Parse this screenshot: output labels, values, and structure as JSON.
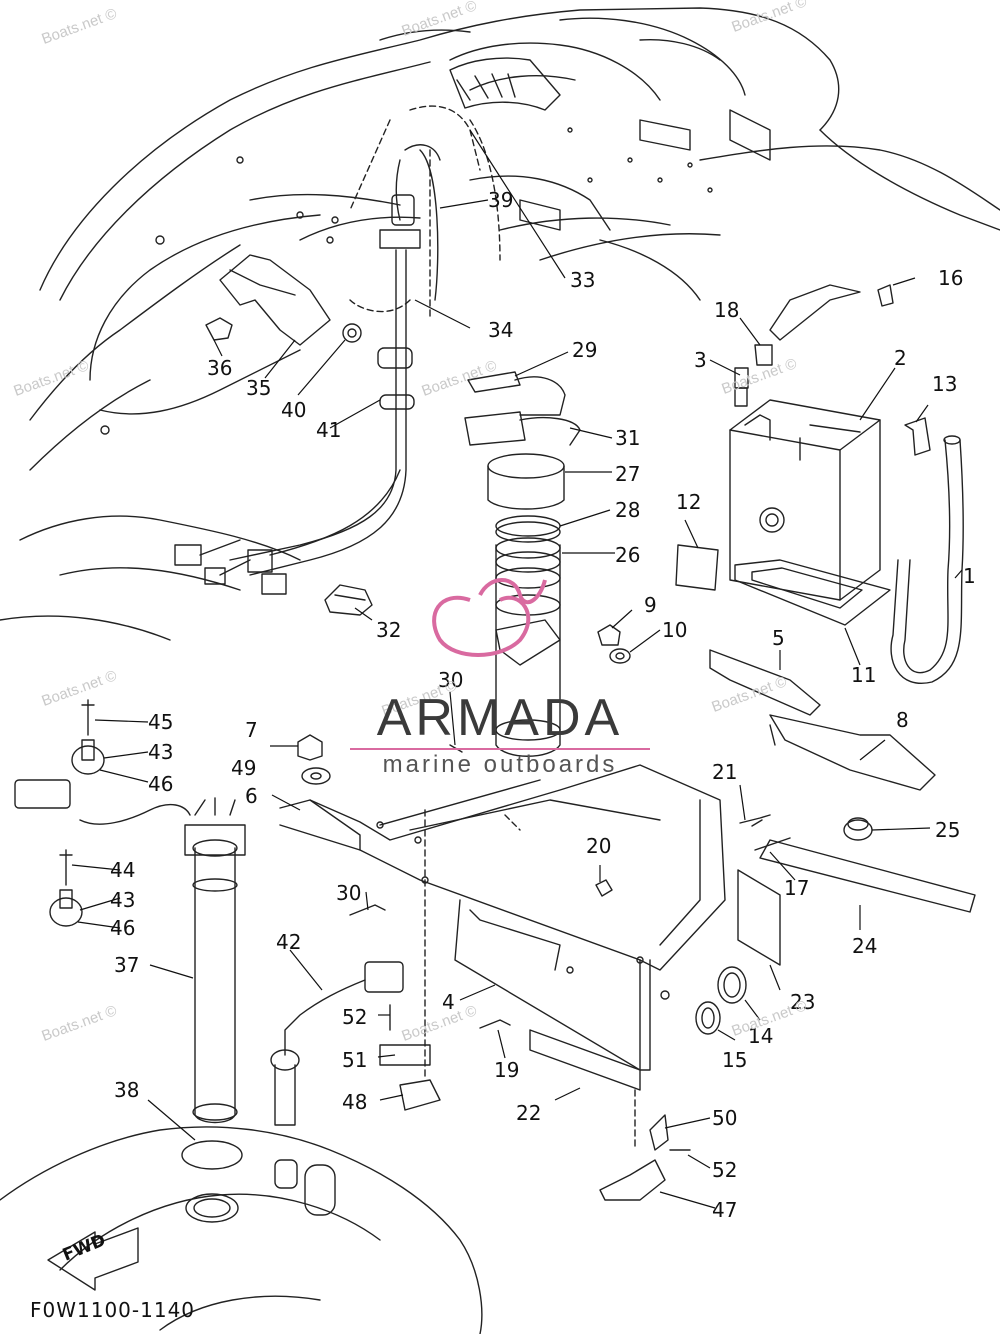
{
  "diagram_code": "F0W1100-1140",
  "direction_marker": "FWD",
  "brand": {
    "name": "ARMADA",
    "tagline": "marine outboards",
    "accent_color": "#d96aa0"
  },
  "watermark_text": "Boats.net ©",
  "callouts": [
    "1",
    "2",
    "3",
    "4",
    "5",
    "6",
    "7",
    "8",
    "9",
    "10",
    "11",
    "12",
    "13",
    "14",
    "15",
    "16",
    "17",
    "18",
    "19",
    "20",
    "21",
    "22",
    "23",
    "24",
    "25",
    "26",
    "27",
    "28",
    "29",
    "30",
    "30",
    "31",
    "32",
    "33",
    "34",
    "35",
    "36",
    "37",
    "38",
    "39",
    "40",
    "41",
    "42",
    "43",
    "43",
    "44",
    "45",
    "46",
    "46",
    "47",
    "48",
    "49",
    "50",
    "51",
    "52",
    "52"
  ]
}
